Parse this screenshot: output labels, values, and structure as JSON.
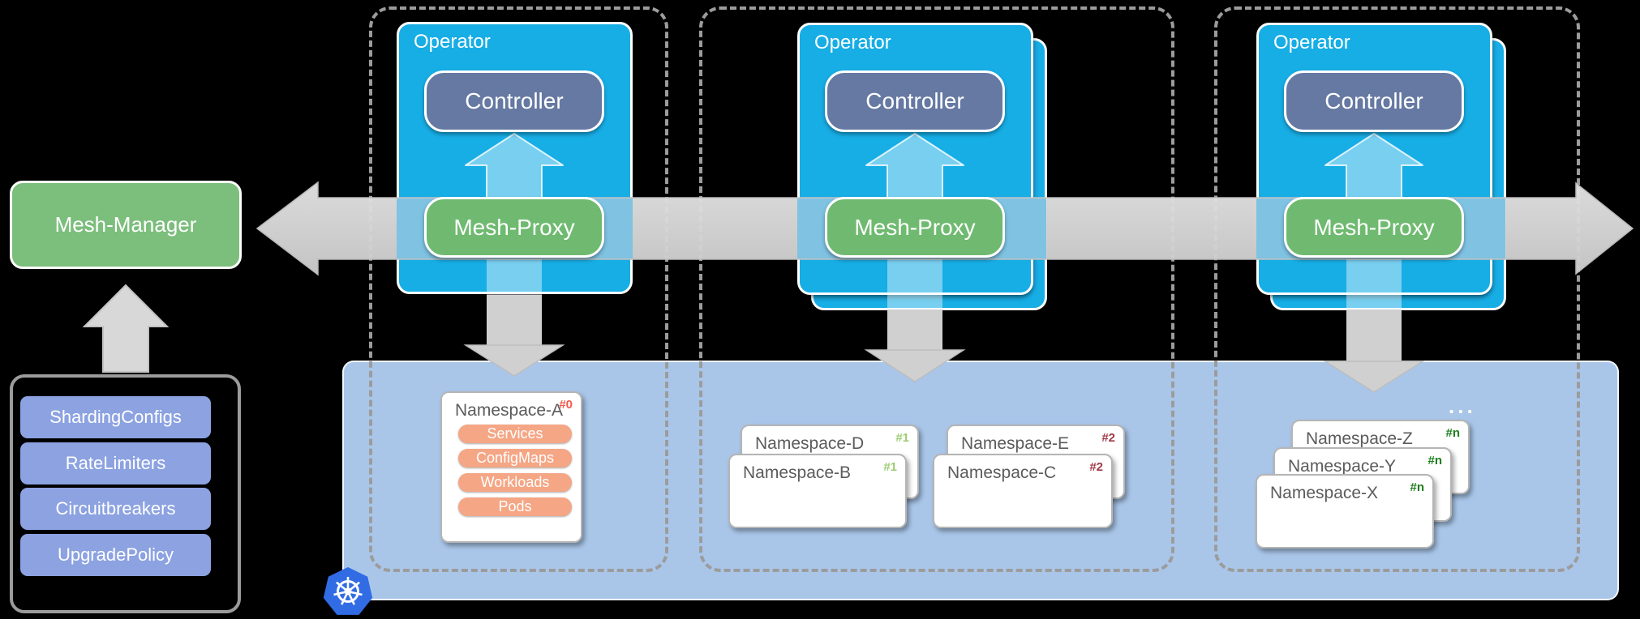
{
  "palette": {
    "background": "#000000",
    "operator_blue": "#17ADE5",
    "controller_slate": "#6679A3",
    "proxy_green": "#6FBA70",
    "mesh_manager_green": "#7CBE7C",
    "namespace_panel_blue": "#A9C6E9",
    "config_periwinkle": "#8CA2E1",
    "resource_salmon": "#F5A685",
    "arrow_gray": "#D5D5D5",
    "dashed_border_gray": "#9C9C9C",
    "badge_0_red": "#F25B4E",
    "badge_1_light_green": "#9CCB72",
    "badge_2_maroon": "#A03A46",
    "badge_n_dark_green": "#1E7D1C",
    "kubernetes_blue": "#326CE5"
  },
  "mesh_manager": {
    "label": "Mesh-Manager"
  },
  "config_store": {
    "items": [
      "ShardingConfigs",
      "RateLimiters",
      "Circuitbreakers",
      "UpgradePolicy"
    ],
    "ellipsis": "..."
  },
  "operators": [
    {
      "label": "Operator",
      "controller_label": "Controller",
      "proxy_label": "Mesh-Proxy"
    },
    {
      "label": "Operator",
      "controller_label": "Controller",
      "proxy_label": "Mesh-Proxy"
    },
    {
      "label": "Operator",
      "controller_label": "Controller",
      "proxy_label": "Mesh-Proxy"
    }
  ],
  "namespace_panel": {
    "namespace_a": {
      "title": "Namespace-A",
      "badge": "#0",
      "resources": [
        "Services",
        "ConfigMaps",
        "Workloads",
        "Pods"
      ],
      "ellipsis": "..."
    },
    "pair_1": [
      {
        "title": "Namespace-D",
        "badge": "#1"
      },
      {
        "title": "Namespace-B",
        "badge": "#1"
      }
    ],
    "pair_2": [
      {
        "title": "Namespace-E",
        "badge": "#2"
      },
      {
        "title": "Namespace-C",
        "badge": "#2"
      }
    ],
    "stack_n": [
      {
        "title": "Namespace-Z",
        "badge": "#n"
      },
      {
        "title": "Namespace-Y",
        "badge": "#n"
      },
      {
        "title": "Namespace-X",
        "badge": "#n"
      }
    ],
    "more_ellipsis": "..."
  },
  "icons": {
    "kubernetes_logo": "kubernetes-helm-wheel"
  }
}
